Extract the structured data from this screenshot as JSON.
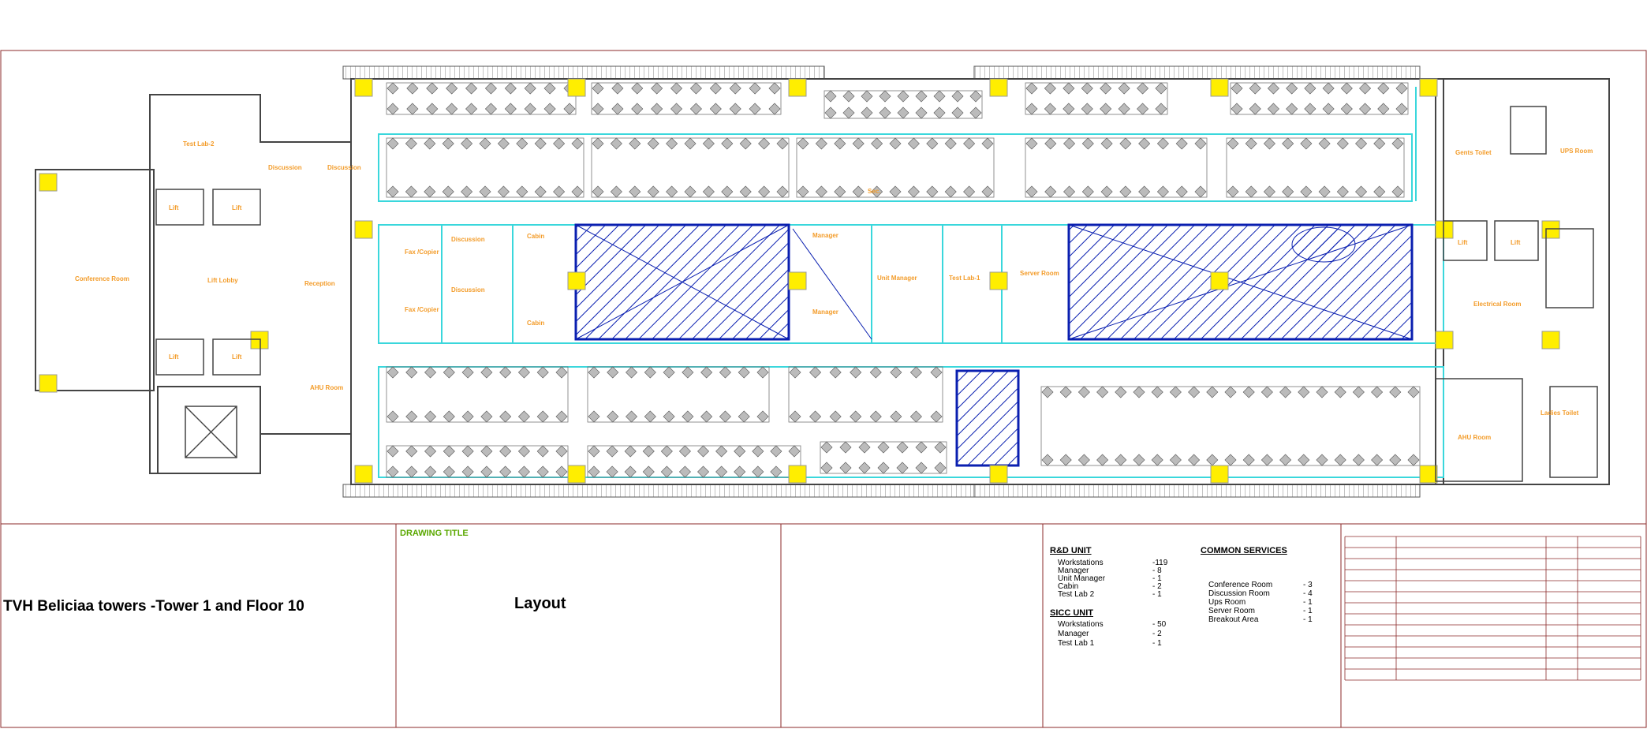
{
  "colors": {
    "wall": "#444444",
    "glass": "#3ad7dc",
    "column": "#ffee00",
    "hatch": "#0a1fb0",
    "room_label": "#f39c2a",
    "furniture": "#8a8a8a",
    "title_green": "#5aa800",
    "border": "#8b2a2a"
  },
  "plan": {
    "rooms": {
      "test_lab_2": "Test Lab-2",
      "conference_room": "Conference Room",
      "lift_lobby": "Lift Lobby",
      "lift": "Lift",
      "discussion": "Discussion",
      "reception": "Reception",
      "fax_copier": "Fax /Copier",
      "cabin": "Cabin",
      "manager": "Manager",
      "unit_manager": "Unit Manager",
      "test_lab_1": "Test Lab-1",
      "server_room": "Server Room",
      "ahu_room": "AHU Room",
      "gents_toilet": "Gents Toilet",
      "ups_room": "UPS Room",
      "electrical_room": "Electrical Room",
      "ladies_toilet": "Ladies Toilet",
      "sec": "Sec."
    }
  },
  "title_block": {
    "project_title": "TVH Beliciaa towers -Tower 1 and Floor 10",
    "drawing_title_label": "DRAWING TITLE",
    "drawing_title": "Layout",
    "rd_unit": {
      "heading": "R&D UNIT",
      "rows": [
        {
          "label": "Workstations",
          "value": "-119"
        },
        {
          "label": "Manager",
          "value": "- 8"
        },
        {
          "label": "Unit Manager",
          "value": "- 1"
        },
        {
          "label": "Cabin",
          "value": "- 2"
        },
        {
          "label": "Test Lab 2",
          "value": "- 1"
        }
      ]
    },
    "sicc_unit": {
      "heading": "SICC UNIT",
      "rows": [
        {
          "label": "Workstations",
          "value": "- 50"
        },
        {
          "label": "Manager",
          "value": "- 2"
        },
        {
          "label": "Test Lab 1",
          "value": "- 1"
        }
      ]
    },
    "common_services": {
      "heading": "COMMON SERVICES",
      "rows": [
        {
          "label": "Conference Room",
          "value": "- 3"
        },
        {
          "label": "Discussion Room",
          "value": "- 4"
        },
        {
          "label": "Ups Room",
          "value": "- 1"
        },
        {
          "label": "Server Room",
          "value": "- 1"
        },
        {
          "label": "Breakout Area",
          "value": "- 1"
        }
      ]
    }
  }
}
